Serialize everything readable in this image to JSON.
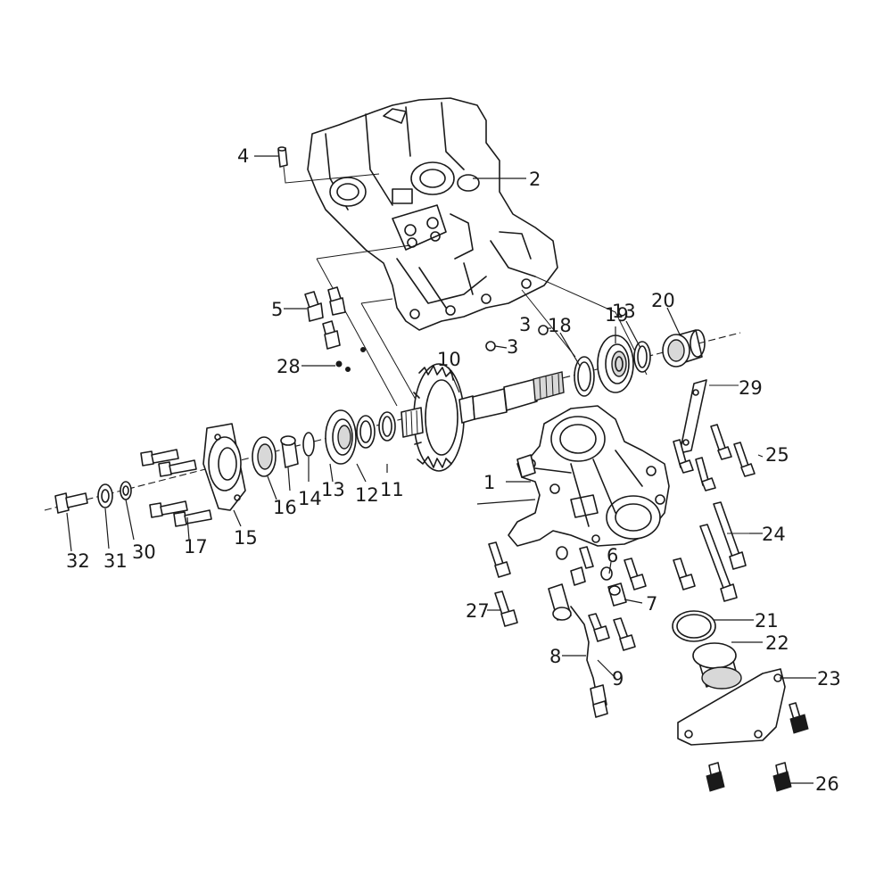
{
  "diagram": {
    "callouts": [
      {
        "id": "c1",
        "label": "1"
      },
      {
        "id": "c2",
        "label": "2"
      },
      {
        "id": "c3a",
        "label": "3"
      },
      {
        "id": "c3b",
        "label": "3"
      },
      {
        "id": "c4",
        "label": "4"
      },
      {
        "id": "c5",
        "label": "5"
      },
      {
        "id": "c6",
        "label": "6"
      },
      {
        "id": "c7",
        "label": "7"
      },
      {
        "id": "c8",
        "label": "8"
      },
      {
        "id": "c9",
        "label": "9"
      },
      {
        "id": "c10",
        "label": "10"
      },
      {
        "id": "c11",
        "label": "11"
      },
      {
        "id": "c12",
        "label": "12"
      },
      {
        "id": "c13a",
        "label": "13"
      },
      {
        "id": "c13b",
        "label": "13"
      },
      {
        "id": "c14",
        "label": "14"
      },
      {
        "id": "c15",
        "label": "15"
      },
      {
        "id": "c16",
        "label": "16"
      },
      {
        "id": "c17",
        "label": "17"
      },
      {
        "id": "c18",
        "label": "18"
      },
      {
        "id": "c19",
        "label": "19"
      },
      {
        "id": "c20",
        "label": "20"
      },
      {
        "id": "c21",
        "label": "21"
      },
      {
        "id": "c22",
        "label": "22"
      },
      {
        "id": "c23",
        "label": "23"
      },
      {
        "id": "c24",
        "label": "24"
      },
      {
        "id": "c25",
        "label": "25"
      },
      {
        "id": "c26",
        "label": "26"
      },
      {
        "id": "c27",
        "label": "27"
      },
      {
        "id": "c28",
        "label": "28"
      },
      {
        "id": "c29",
        "label": "29"
      },
      {
        "id": "c30",
        "label": "30"
      },
      {
        "id": "c31",
        "label": "31"
      },
      {
        "id": "c32",
        "label": "32"
      }
    ]
  }
}
